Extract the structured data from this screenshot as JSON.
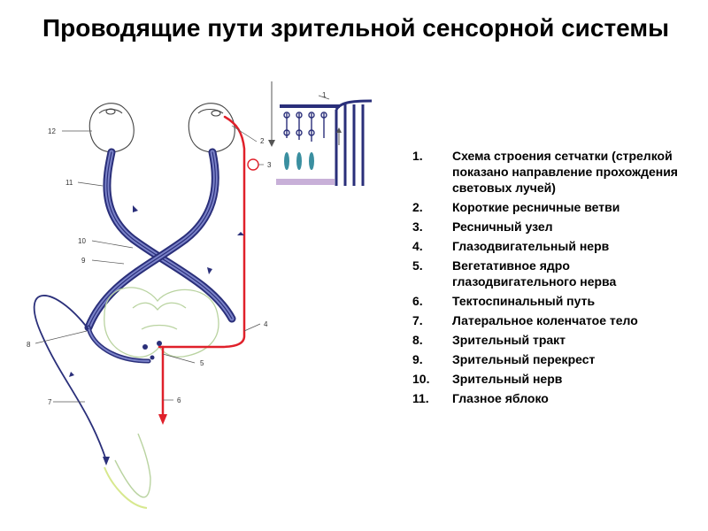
{
  "title": "Проводящие пути зрительной сенсорной системы",
  "legend": [
    {
      "num": "1.",
      "text": "Схема строения сетчатки (стрелкой показано направление прохождения световых лучей)"
    },
    {
      "num": "2.",
      "text": "Короткие ресничные ветви"
    },
    {
      "num": "3.",
      "text": "Ресничный узел"
    },
    {
      "num": "4.",
      "text": "Глазодвигательный нерв"
    },
    {
      "num": "5.",
      "text": "Вегетативное ядро глазодвигательного нерва"
    },
    {
      "num": "6.",
      "text": "Тектоспинальный путь"
    },
    {
      "num": "7.",
      "text": "Латеральное коленчатое тело"
    },
    {
      "num": "8.",
      "text": "Зрительный тракт"
    },
    {
      "num": "9.",
      "text": "Зрительный перекрест"
    },
    {
      "num": "10.",
      "text": "Зрительный нерв"
    },
    {
      "num": "11.",
      "text": "Глазное яблоко"
    }
  ],
  "callouts": {
    "c1": "1",
    "c2": "2",
    "c3": "3",
    "c4": "4",
    "c5": "5",
    "c6": "6",
    "c7": "7",
    "c8": "8",
    "c9": "9",
    "c10": "10",
    "c11": "11",
    "c12": "12"
  },
  "colors": {
    "nerve": "#2a2f7a",
    "nerve_mid": "#5a63b8",
    "red_path": "#e0202a",
    "brain_outline": "#b9d3a0",
    "background": "#ffffff",
    "text": "#000000"
  }
}
